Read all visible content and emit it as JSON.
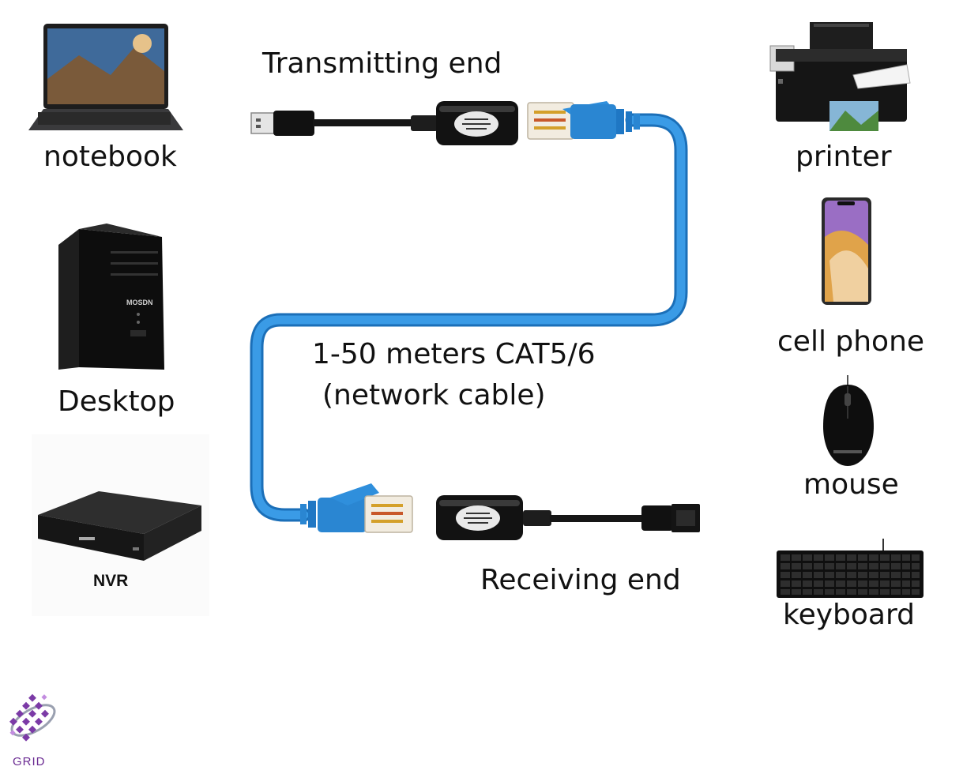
{
  "devices_left": {
    "notebook": "notebook",
    "desktop": "Desktop",
    "nvr": "NVR",
    "desktop_brand": "MOSDN"
  },
  "devices_right": {
    "printer": "printer",
    "cell_phone": "cell phone",
    "mouse": "mouse",
    "keyboard": "keyboard"
  },
  "cable": {
    "transmitting_end": "Transmitting end",
    "receiving_end": "Receiving end",
    "length_line1": "1-50 meters CAT5/6",
    "length_line2": "(network cable)"
  },
  "logo": {
    "text": "GRID"
  },
  "colors": {
    "cable_blue": "#2f8fdc",
    "cable_dark": "#1b6fb8",
    "adapter_black": "#141414",
    "logo_purple": "#7b3aa6"
  }
}
